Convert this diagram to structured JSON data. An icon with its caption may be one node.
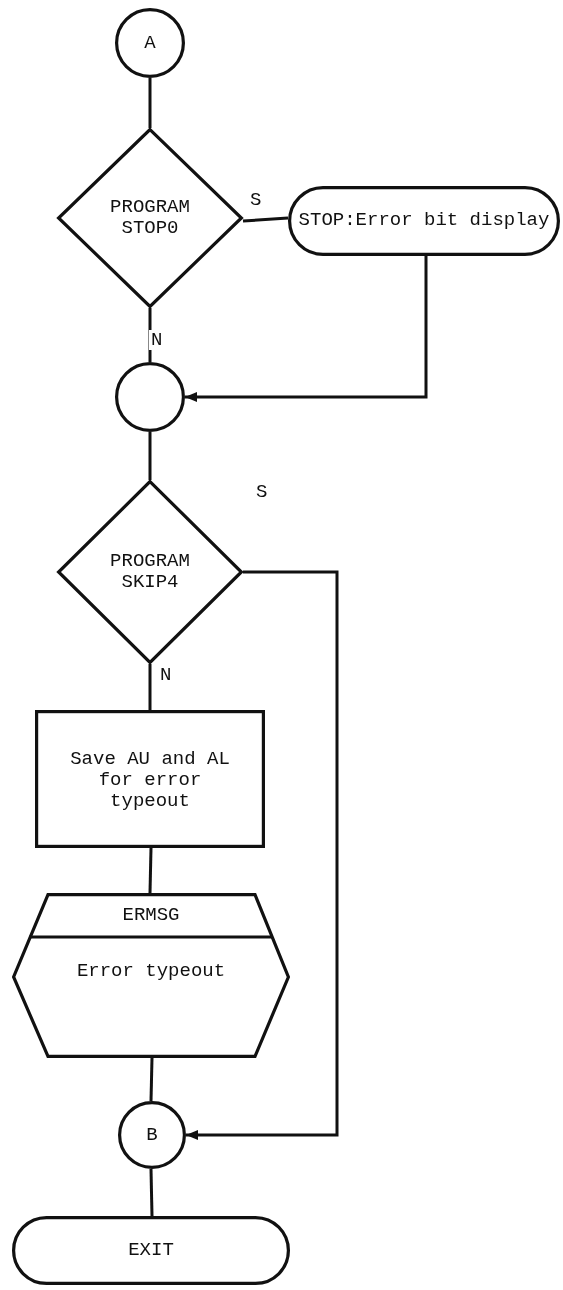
{
  "diagram": {
    "nodes": [
      {
        "text": [
          "A"
        ]
      },
      {
        "text": [
          "PROGRAM STOP0"
        ]
      },
      {
        "text": [
          "STOP:Error bit display"
        ]
      },
      {
        "text": [],
        "shape": "circle"
      },
      {
        "text": [
          "PROGRAM SKIP4"
        ]
      },
      {
        "text": [
          "Save AU and AL for error typeout"
        ]
      },
      {
        "text": [
          "ERMSG",
          "Error typeout"
        ]
      },
      {
        "text": [
          "B"
        ]
      },
      {
        "text": [
          "EXIT"
        ]
      }
    ],
    "edges": [
      {
        "from": 0,
        "to": 1,
        "arrow": "none"
      },
      {
        "from": 1,
        "to": 2,
        "arrow": "none",
        "label": "S"
      },
      {
        "from": 1,
        "to": 3,
        "arrow": "none",
        "label": "N"
      },
      {
        "from": 2,
        "to": 3,
        "arrow": "to"
      },
      {
        "from": 3,
        "to": 4,
        "arrow": "none"
      },
      {
        "from": 4,
        "to": 5,
        "arrow": "none",
        "label": "N"
      },
      {
        "from": 4,
        "to": 7,
        "arrow": "to",
        "label": "S"
      },
      {
        "from": 5,
        "to": 6,
        "arrow": "none"
      },
      {
        "from": 6,
        "to": 7,
        "arrow": "none"
      },
      {
        "from": 7,
        "to": 8,
        "arrow": "none"
      }
    ]
  }
}
